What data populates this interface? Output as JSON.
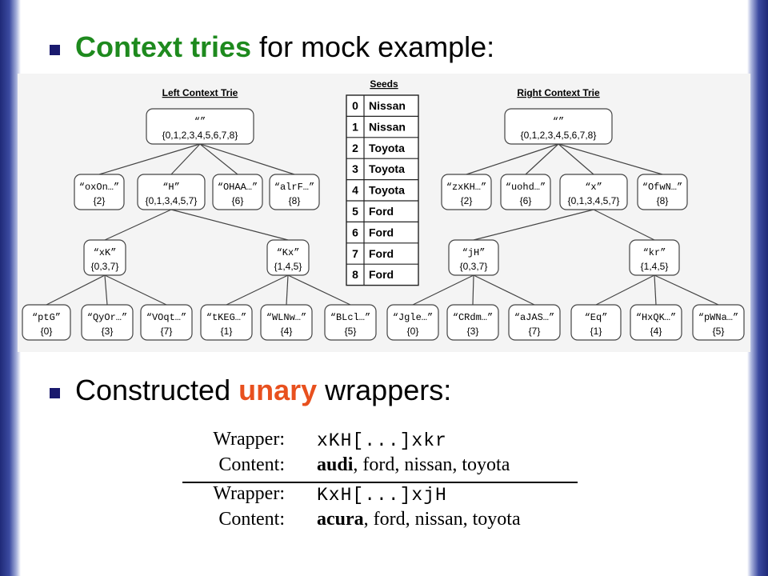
{
  "heading1": {
    "strong": "Context tries",
    "rest": " for mock example:"
  },
  "heading2": {
    "pre": "Constructed ",
    "strong": "unary",
    "rest": " wrappers:"
  },
  "colors": {
    "green": "#1e8a1e",
    "orange": "#e8501e",
    "frame": "#1f2a78"
  },
  "left_trie": {
    "title": "Left Context Trie",
    "root": {
      "label": "“”",
      "ids": "{0,1,2,3,4,5,6,7,8}"
    },
    "level1": [
      {
        "label": "“oxOn…”",
        "ids": "{2}"
      },
      {
        "label": "“H”",
        "ids": "{0,1,3,4,5,7}"
      },
      {
        "label": "“OHAA…”",
        "ids": "{6}"
      },
      {
        "label": "“alrF…”",
        "ids": "{8}"
      }
    ],
    "level2": [
      {
        "label": "“xK”",
        "ids": "{0,3,7}"
      },
      {
        "label": "“Kx”",
        "ids": "{1,4,5}"
      }
    ],
    "level3": [
      {
        "label": "“ptG”",
        "ids": "{0}"
      },
      {
        "label": "“QyOr…”",
        "ids": "{3}"
      },
      {
        "label": "“VOqt…”",
        "ids": "{7}"
      },
      {
        "label": "“tKEG…”",
        "ids": "{1}"
      },
      {
        "label": "“WLNw…”",
        "ids": "{4}"
      },
      {
        "label": "“BLcl…”",
        "ids": "{5}"
      }
    ]
  },
  "right_trie": {
    "title": "Right Context Trie",
    "root": {
      "label": "“”",
      "ids": "{0,1,2,3,4,5,6,7,8}"
    },
    "level1": [
      {
        "label": "“zxKH…”",
        "ids": "{2}"
      },
      {
        "label": "“uohd…”",
        "ids": "{6}"
      },
      {
        "label": "“x”",
        "ids": "{0,1,3,4,5,7}"
      },
      {
        "label": "“OfwN…”",
        "ids": "{8}"
      }
    ],
    "level2": [
      {
        "label": "“jH”",
        "ids": "{0,3,7}"
      },
      {
        "label": "“kr”",
        "ids": "{1,4,5}"
      }
    ],
    "level3": [
      {
        "label": "“Jgle…”",
        "ids": "{0}"
      },
      {
        "label": "“CRdm…”",
        "ids": "{3}"
      },
      {
        "label": "“aJAS…”",
        "ids": "{7}"
      },
      {
        "label": "“Eq”",
        "ids": "{1}"
      },
      {
        "label": "“HxQK…”",
        "ids": "{4}"
      },
      {
        "label": "“pWNa…”",
        "ids": "{5}"
      }
    ]
  },
  "seeds": {
    "title": "Seeds",
    "rows": [
      {
        "id": "0",
        "name": "Nissan"
      },
      {
        "id": "1",
        "name": "Nissan"
      },
      {
        "id": "2",
        "name": "Toyota"
      },
      {
        "id": "3",
        "name": "Toyota"
      },
      {
        "id": "4",
        "name": "Toyota"
      },
      {
        "id": "5",
        "name": "Ford"
      },
      {
        "id": "6",
        "name": "Ford"
      },
      {
        "id": "7",
        "name": "Ford"
      },
      {
        "id": "8",
        "name": "Ford"
      }
    ]
  },
  "wrappers": [
    {
      "wrapper_label": "Wrapper:",
      "wrapper": "xKH[...]xkr",
      "content_label": "Content:",
      "content_bold": "audi",
      "content_rest": ", ford, nissan, toyota"
    },
    {
      "wrapper_label": "Wrapper:",
      "wrapper": "KxH[...]xjH",
      "content_label": "Content:",
      "content_bold": "acura",
      "content_rest": ", ford, nissan, toyota"
    }
  ]
}
